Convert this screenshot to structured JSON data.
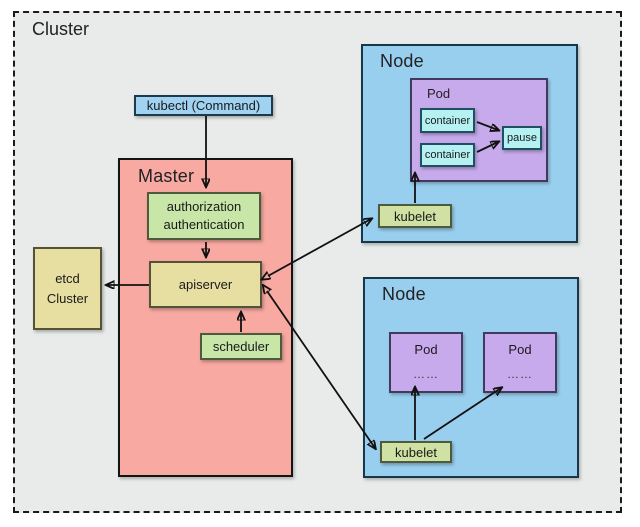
{
  "cluster": {
    "label": "Cluster"
  },
  "kubectl": {
    "label": "kubectl (Command)"
  },
  "master": {
    "label": "Master",
    "auth_line1": "authorization",
    "auth_line2": "authentication",
    "apiserver_label": "apiserver",
    "scheduler_label": "scheduler"
  },
  "etcd": {
    "line1": "etcd",
    "line2": "Cluster"
  },
  "node_top": {
    "label": "Node",
    "pod": {
      "label": "Pod",
      "container1_label": "container",
      "container2_label": "container",
      "pause_label": "pause"
    },
    "kubelet_label": "kubelet"
  },
  "node_bottom": {
    "label": "Node",
    "pod_left": {
      "label": "Pod",
      "dots": "……"
    },
    "pod_right": {
      "label": "Pod",
      "dots": "……"
    },
    "kubelet_label": "kubelet"
  },
  "colors": {
    "background": "#e8ebe9",
    "node_fill": "#99cfee",
    "kubectl_fill": "#a0d2f2",
    "master_fill": "#f8a9a1",
    "pod_fill": "#c6aaec",
    "container_fill": "#b5f1f3",
    "green_fill": "#c9e6a9",
    "kubelet_fill": "#cfe1a3",
    "khaki_fill": "#e7dfa1",
    "arrow": "#111111"
  }
}
